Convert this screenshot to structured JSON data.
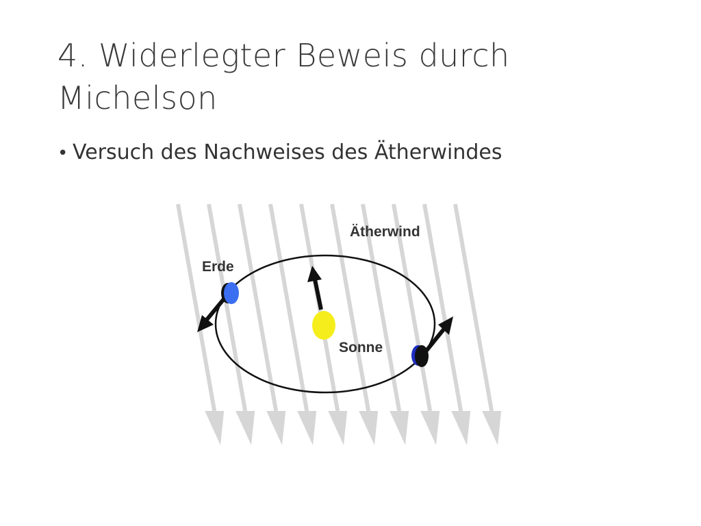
{
  "slide": {
    "title_line1": "4. Widerlegter Beweis durch",
    "title_line2": "Michelson",
    "bullet_icon": "bullet-dot",
    "bullet_text": "Versuch des Nachweises des Ätherwindes"
  },
  "diagram": {
    "labels": {
      "aether_wind": "Ätherwind",
      "earth": "Erde",
      "sun": "Sonne"
    },
    "colors": {
      "wind_arrow": "#d6d6d6",
      "orbit": "#111111",
      "earth_left": "#3b6ef0",
      "earth_right": "#1f2fc0",
      "earth_shadow": "#111111",
      "sun": "#f5ee1c",
      "motion_arrow": "#111111"
    }
  }
}
